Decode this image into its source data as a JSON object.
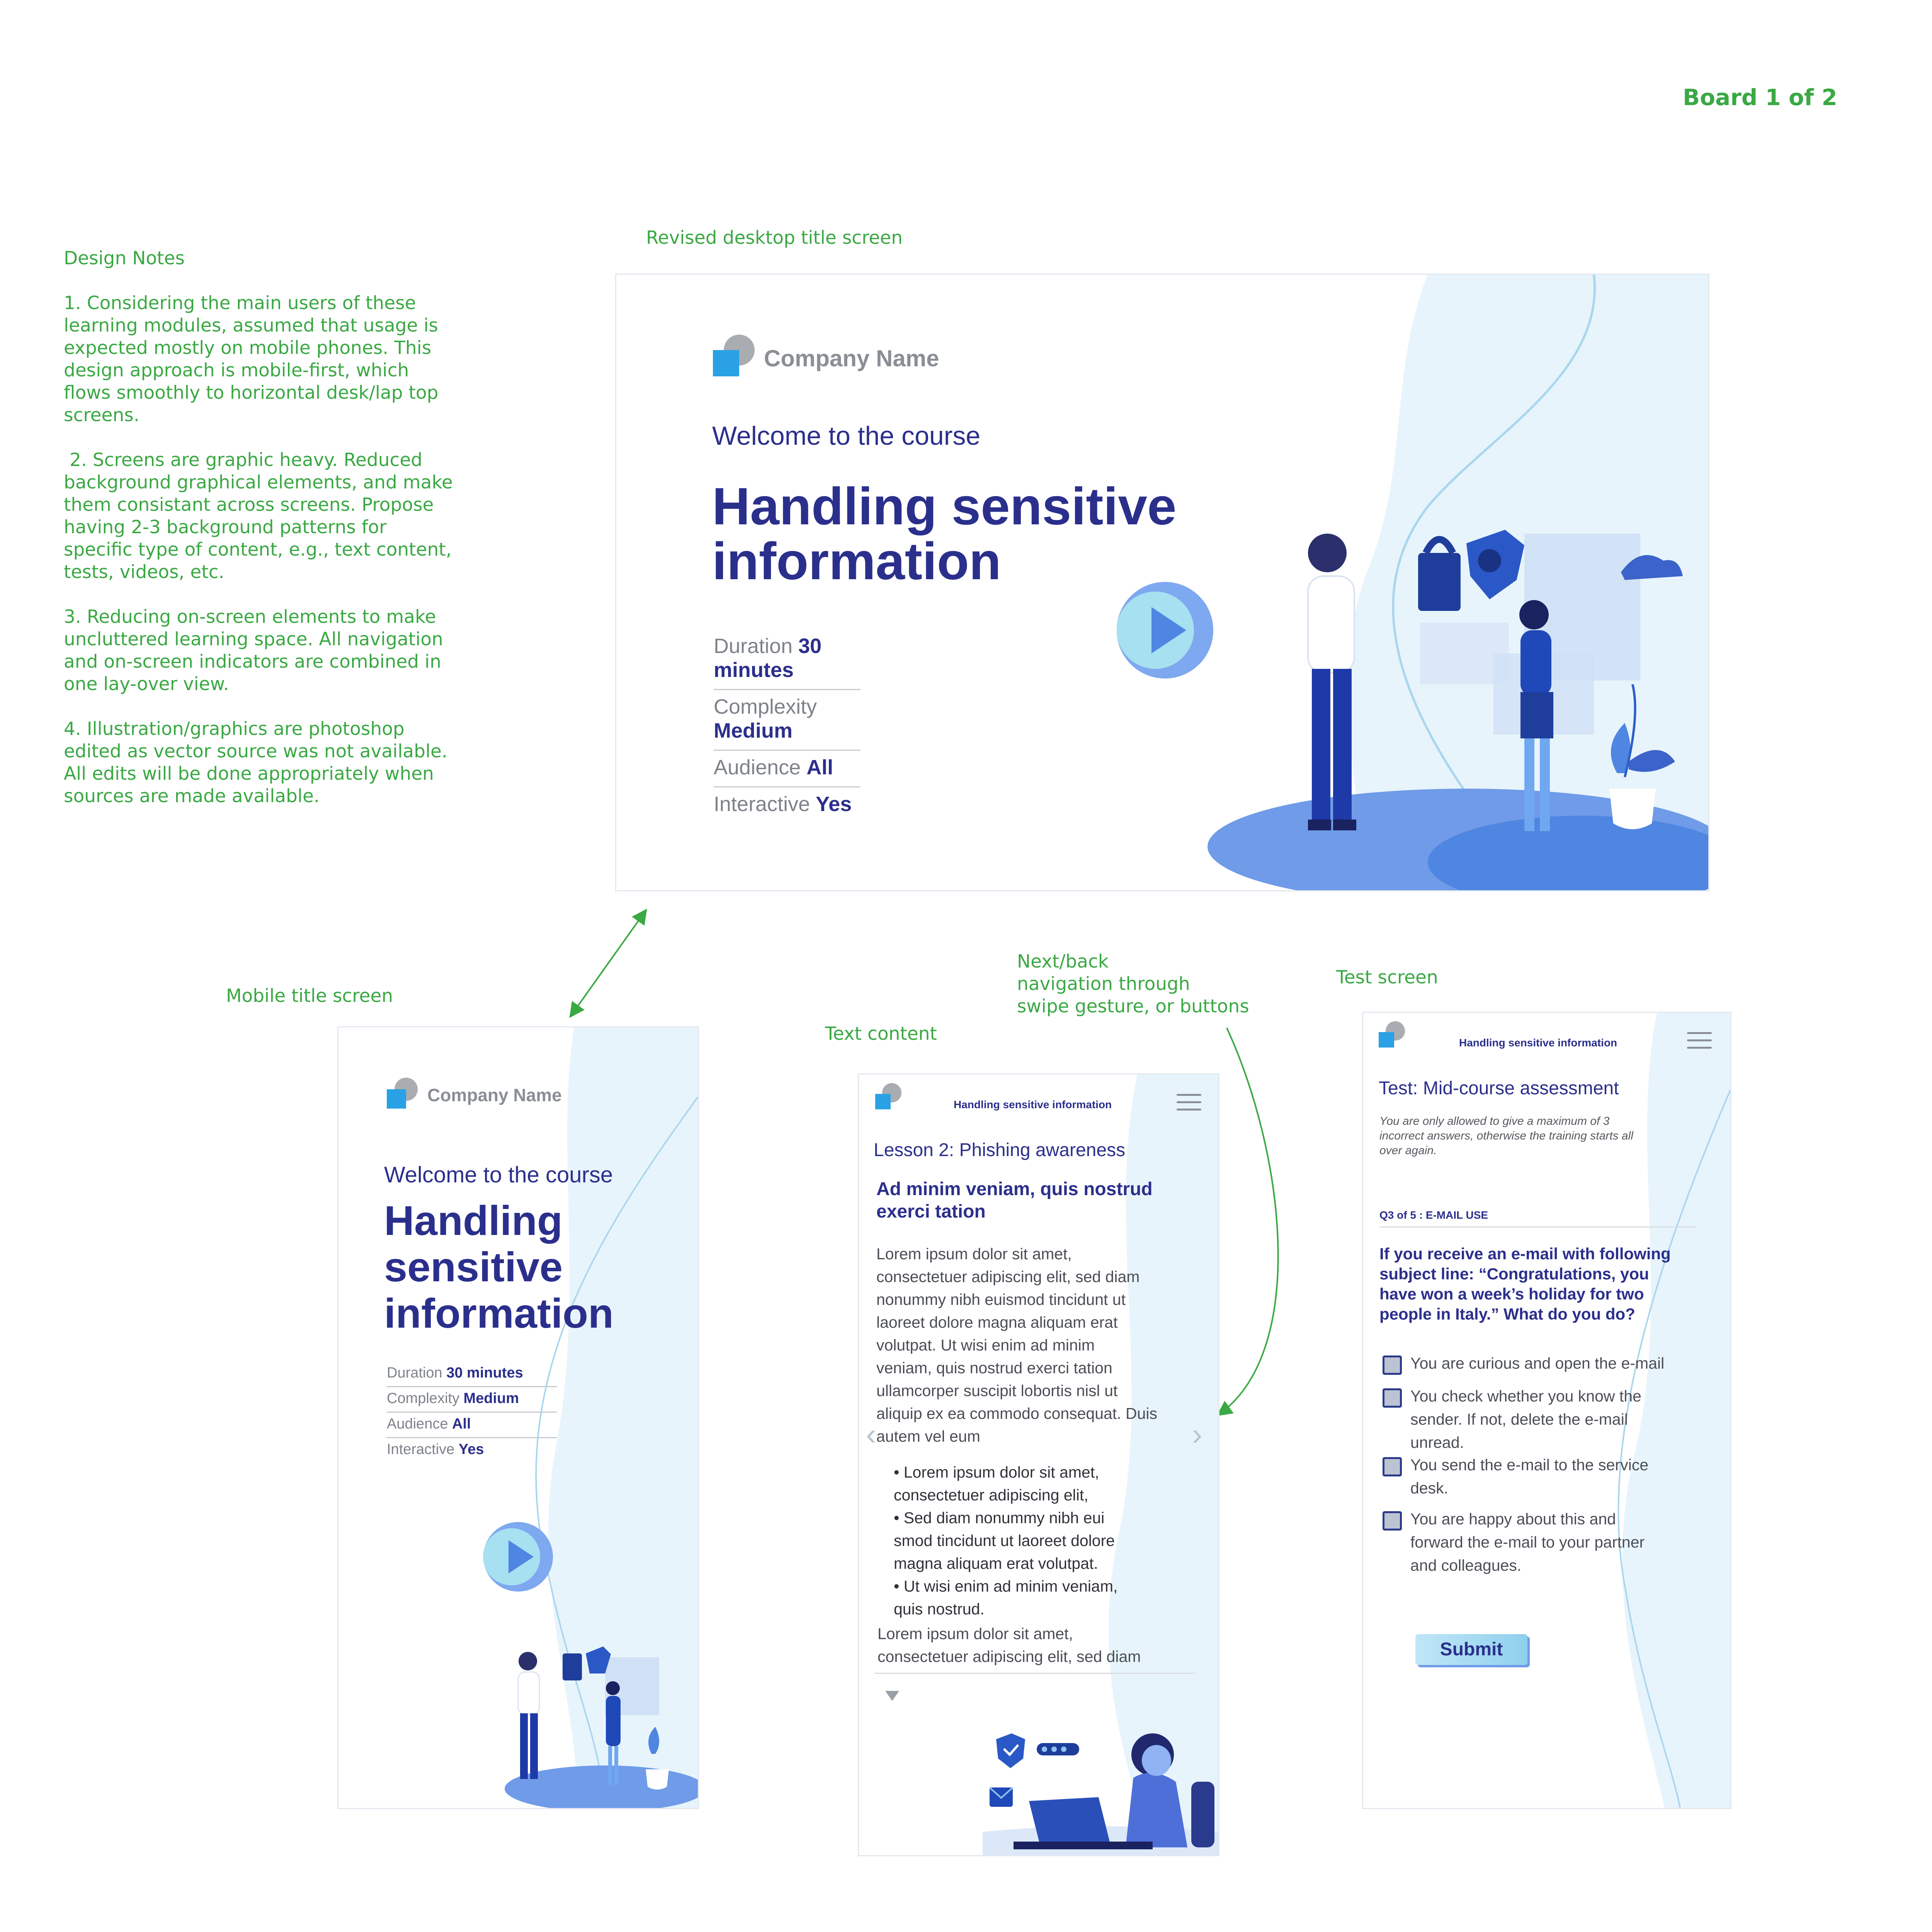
{
  "board_label": "Board 1 of 2",
  "labels": {
    "desktop": "Revised desktop title screen",
    "mobile": "Mobile title screen",
    "text_content": "Text content",
    "test_screen": "Test screen",
    "nav_note": [
      "Next/back",
      "navigation through",
      "swipe gesture, or buttons"
    ]
  },
  "design_notes": {
    "title": "Design Notes",
    "items": [
      "1. Considering the main users of these\nlearning modules, assumed that usage is\nexpected mostly on mobile phones. This\ndesign approach is mobile-first, which\nflows smoothly to horizontal desk/lap top\nscreens.",
      " 2. Screens are graphic heavy. Reduced\nbackground graphical elements, and make\nthem consistant across screens. Propose\nhaving 2-3 background patterns for\nspecific type of content, e.g., text content,\ntests, videos, etc.",
      "3. Reducing on-screen elements to make\nuncluttered learning space. All navigation\nand on-screen indicators are combined in\none lay-over view.",
      "4. Illustration/graphics are photoshop\nedited as vector source was not available.\nAll edits will be done appropriately when\nsources are made available."
    ]
  },
  "course": {
    "company": "Company Name",
    "welcome": "Welcome to the course",
    "title_line1": "Handling sensitive",
    "title_line2": "information",
    "mobile_title": [
      "Handling",
      "sensitive",
      "information"
    ],
    "meta": [
      {
        "label": "Duration",
        "value": "30 minutes"
      },
      {
        "label": "Complexity",
        "value": "Medium"
      },
      {
        "label": "Audience",
        "value": "All"
      },
      {
        "label": "Interactive",
        "value": "Yes"
      }
    ],
    "header_title": "Handling sensitive information"
  },
  "lesson": {
    "lesson_title": "Lesson 2: Phishing awareness",
    "heading": [
      "Ad minim veniam, quis nostrud",
      "exerci tation"
    ],
    "body_lines": [
      "Lorem ipsum dolor sit amet,",
      "consectetuer adipiscing elit, sed diam",
      "nonummy nibh euismod tincidunt ut",
      "laoreet dolore magna aliquam erat",
      "volutpat. Ut wisi enim ad minim",
      "veniam, quis nostrud exerci tation",
      "ullamcorper suscipit lobortis nisl ut",
      "aliquip ex ea commodo consequat. Duis",
      "autem vel eum"
    ],
    "bullets": [
      [
        "• Lorem ipsum dolor sit amet,",
        "consectetuer adipiscing elit,"
      ],
      [
        "• Sed diam nonummy nibh eui",
        "smod tincidunt ut laoreet dolore",
        "magna aliquam erat volutpat."
      ],
      [
        "• Ut wisi enim ad minim veniam,",
        "quis nostrud."
      ]
    ],
    "tail_lines": [
      "Lorem ipsum dolor sit amet,",
      "consectetuer adipiscing elit, sed diam"
    ]
  },
  "test": {
    "title": "Test: Mid-course assessment",
    "note": [
      "You are only allowed to give a maximum of 3",
      "incorrect answers, otherwise the training starts all",
      "over again."
    ],
    "question_label": "Q3 of 5 : E-MAIL USE",
    "question": [
      "If you receive an e-mail with following",
      "subject line: “Congratulations, you",
      "have won a week’s holiday for two",
      "people in Italy.” What do you do?"
    ],
    "options": [
      [
        "You are curious and open the e-mail"
      ],
      [
        "You check whether you know the",
        "sender. If not, delete the e-mail",
        "unread."
      ],
      [
        "You send the e-mail to the service",
        "desk."
      ],
      [
        "You are happy about this and",
        "forward the e-mail to your partner",
        "and colleagues."
      ]
    ],
    "submit": "Submit"
  },
  "colors": {
    "navy": "#2b2f8c",
    "annotation_green": "#3aa843",
    "accent_blue": "#2aa1e4",
    "light_bg": "#e8f4fb"
  }
}
